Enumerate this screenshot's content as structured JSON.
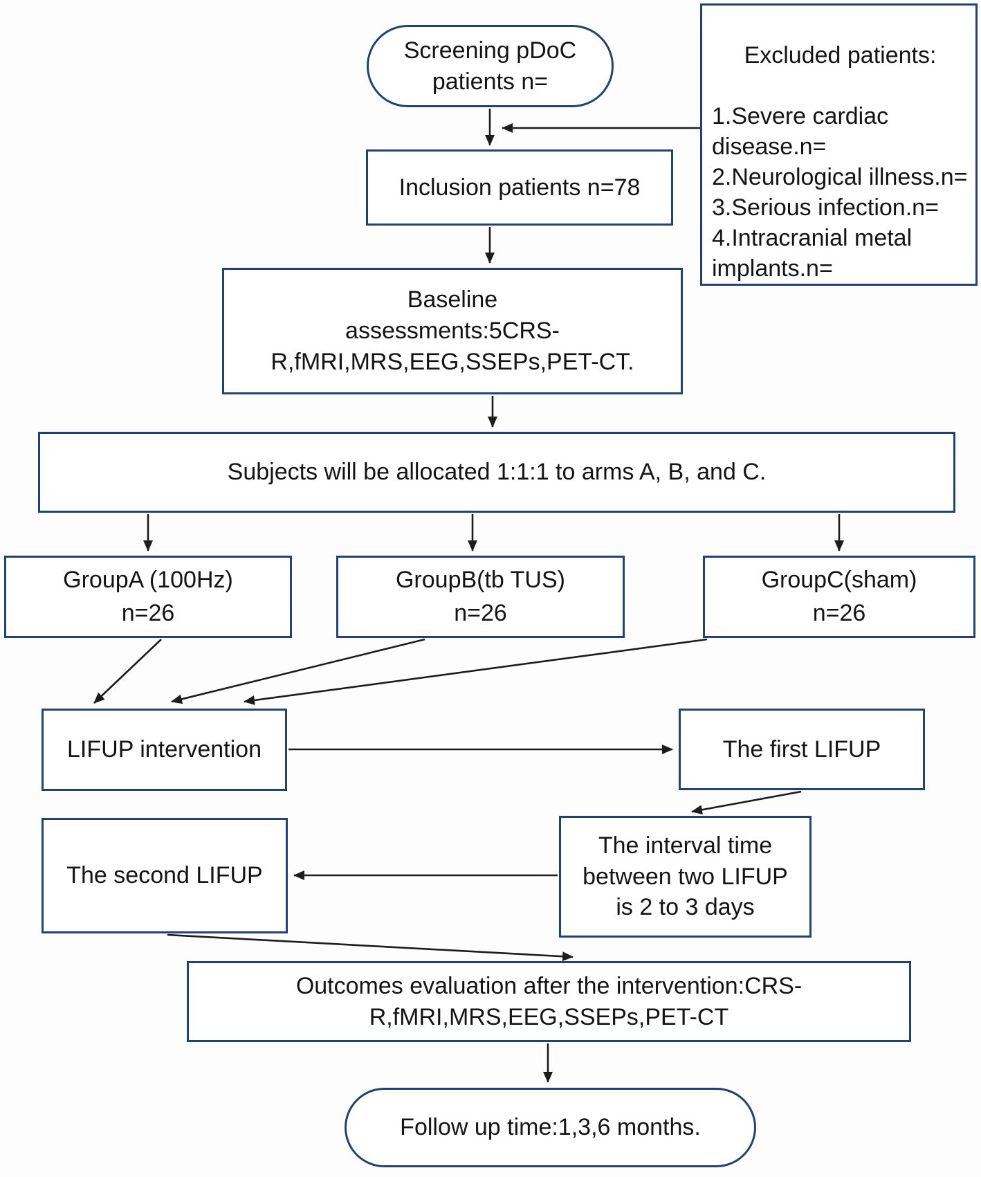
{
  "figure": {
    "type": "clinical-trial-flowchart",
    "colors": {
      "border": "#24426e",
      "arrow": "#1c1c1c",
      "text": "#141414",
      "background": "#fdfdfd"
    },
    "nodes": {
      "screening": {
        "label": [
          "Screening pDoC",
          "patients n="
        ]
      },
      "excluded": {
        "title": "Excluded patients:",
        "items": [
          "1.Severe cardiac disease.n=",
          "2.Neurological illness.n=",
          "3.Serious infection.n=",
          "4.Intracranial metal implants.n="
        ]
      },
      "inclusion": {
        "label": "Inclusion patients n=78"
      },
      "baseline": {
        "label": [
          "Baseline",
          "assessments:5CRS-",
          "R,fMRI,MRS,EEG,SSEPs,PET-CT."
        ]
      },
      "subjects": {
        "label": "Subjects will be allocated 1:1:1 to arms A, B, and C."
      },
      "group_a": {
        "label": [
          "GroupA (100Hz)",
          "n=26"
        ]
      },
      "group_b": {
        "label": [
          "GroupB(tb TUS)",
          "n=26"
        ]
      },
      "group_c": {
        "label": [
          "GroupC(sham)",
          "n=26"
        ]
      },
      "lifup": {
        "label": "LIFUP intervention"
      },
      "first_lifup": {
        "label": "The first LIFUP"
      },
      "interval": {
        "label": [
          "The interval time",
          "between two LIFUP",
          "is 2 to 3 days"
        ]
      },
      "second_lifup": {
        "label": "The second LIFUP"
      },
      "outcomes": {
        "label": [
          "Outcomes evaluation after the intervention:CRS-",
          "R,fMRI,MRS,EEG,SSEPs,PET-CT"
        ]
      },
      "followup": {
        "label": "Follow up time:1,3,6 months."
      }
    }
  }
}
